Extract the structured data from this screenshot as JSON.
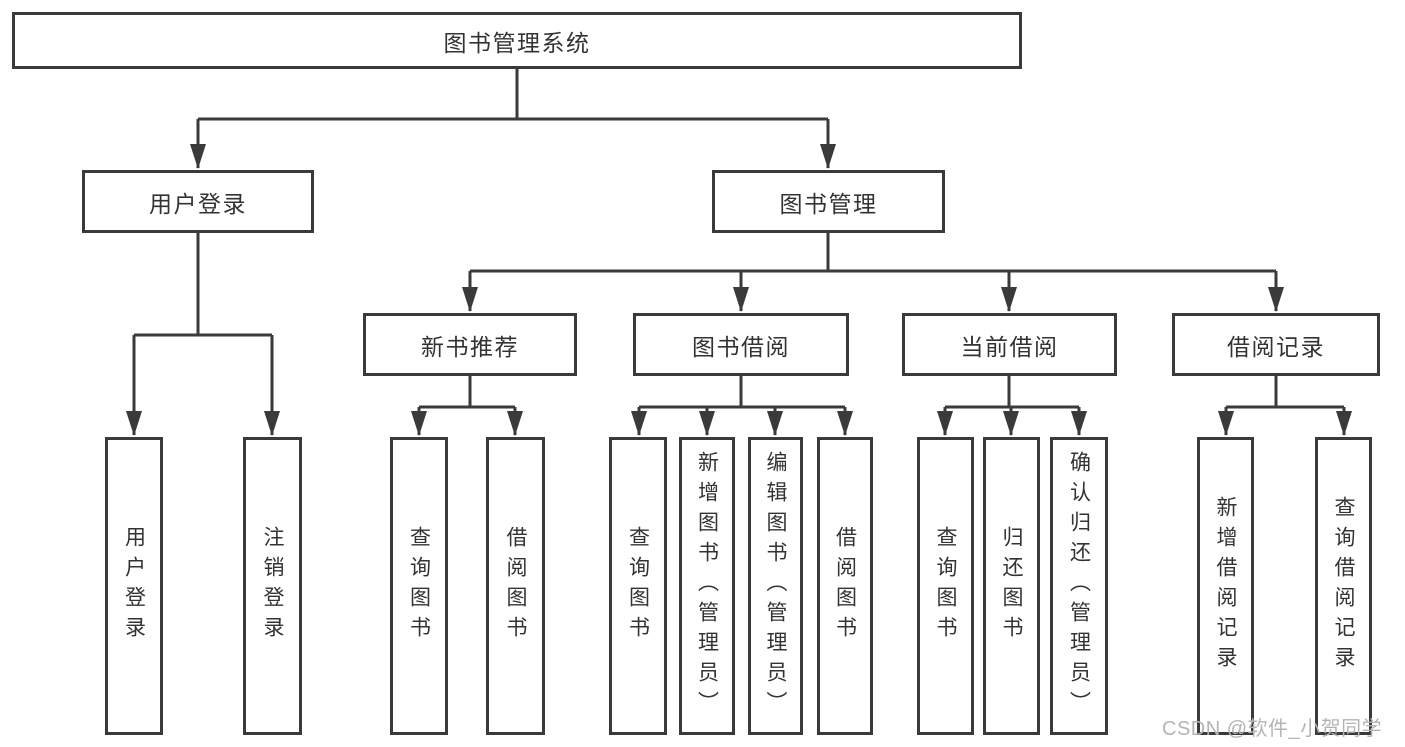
{
  "colors": {
    "line": "#3a3a3a",
    "text": "#333333",
    "box_background": "#ffffff",
    "page_background": "#ffffff",
    "watermark": "#b4b4b4"
  },
  "watermark": {
    "text": "CSDN @软件_小贺同学"
  },
  "tree": {
    "label": "图书管理系统",
    "children": [
      {
        "label": "用户登录",
        "children": [
          {
            "label": "用户登录"
          },
          {
            "label": "注销登录"
          }
        ]
      },
      {
        "label": "图书管理",
        "children": [
          {
            "label": "新书推荐",
            "children": [
              {
                "label": "查询图书"
              },
              {
                "label": "借阅图书"
              }
            ]
          },
          {
            "label": "图书借阅",
            "children": [
              {
                "label": "查询图书"
              },
              {
                "label": "新增图书（管理员）"
              },
              {
                "label": "编辑图书（管理员）"
              },
              {
                "label": "借阅图书"
              }
            ]
          },
          {
            "label": "当前借阅",
            "children": [
              {
                "label": "查询图书"
              },
              {
                "label": "归还图书"
              },
              {
                "label": "确认归还（管理员）"
              }
            ]
          },
          {
            "label": "借阅记录",
            "children": [
              {
                "label": "新增借阅记录"
              },
              {
                "label": "查询借阅记录"
              }
            ]
          }
        ]
      }
    ]
  }
}
